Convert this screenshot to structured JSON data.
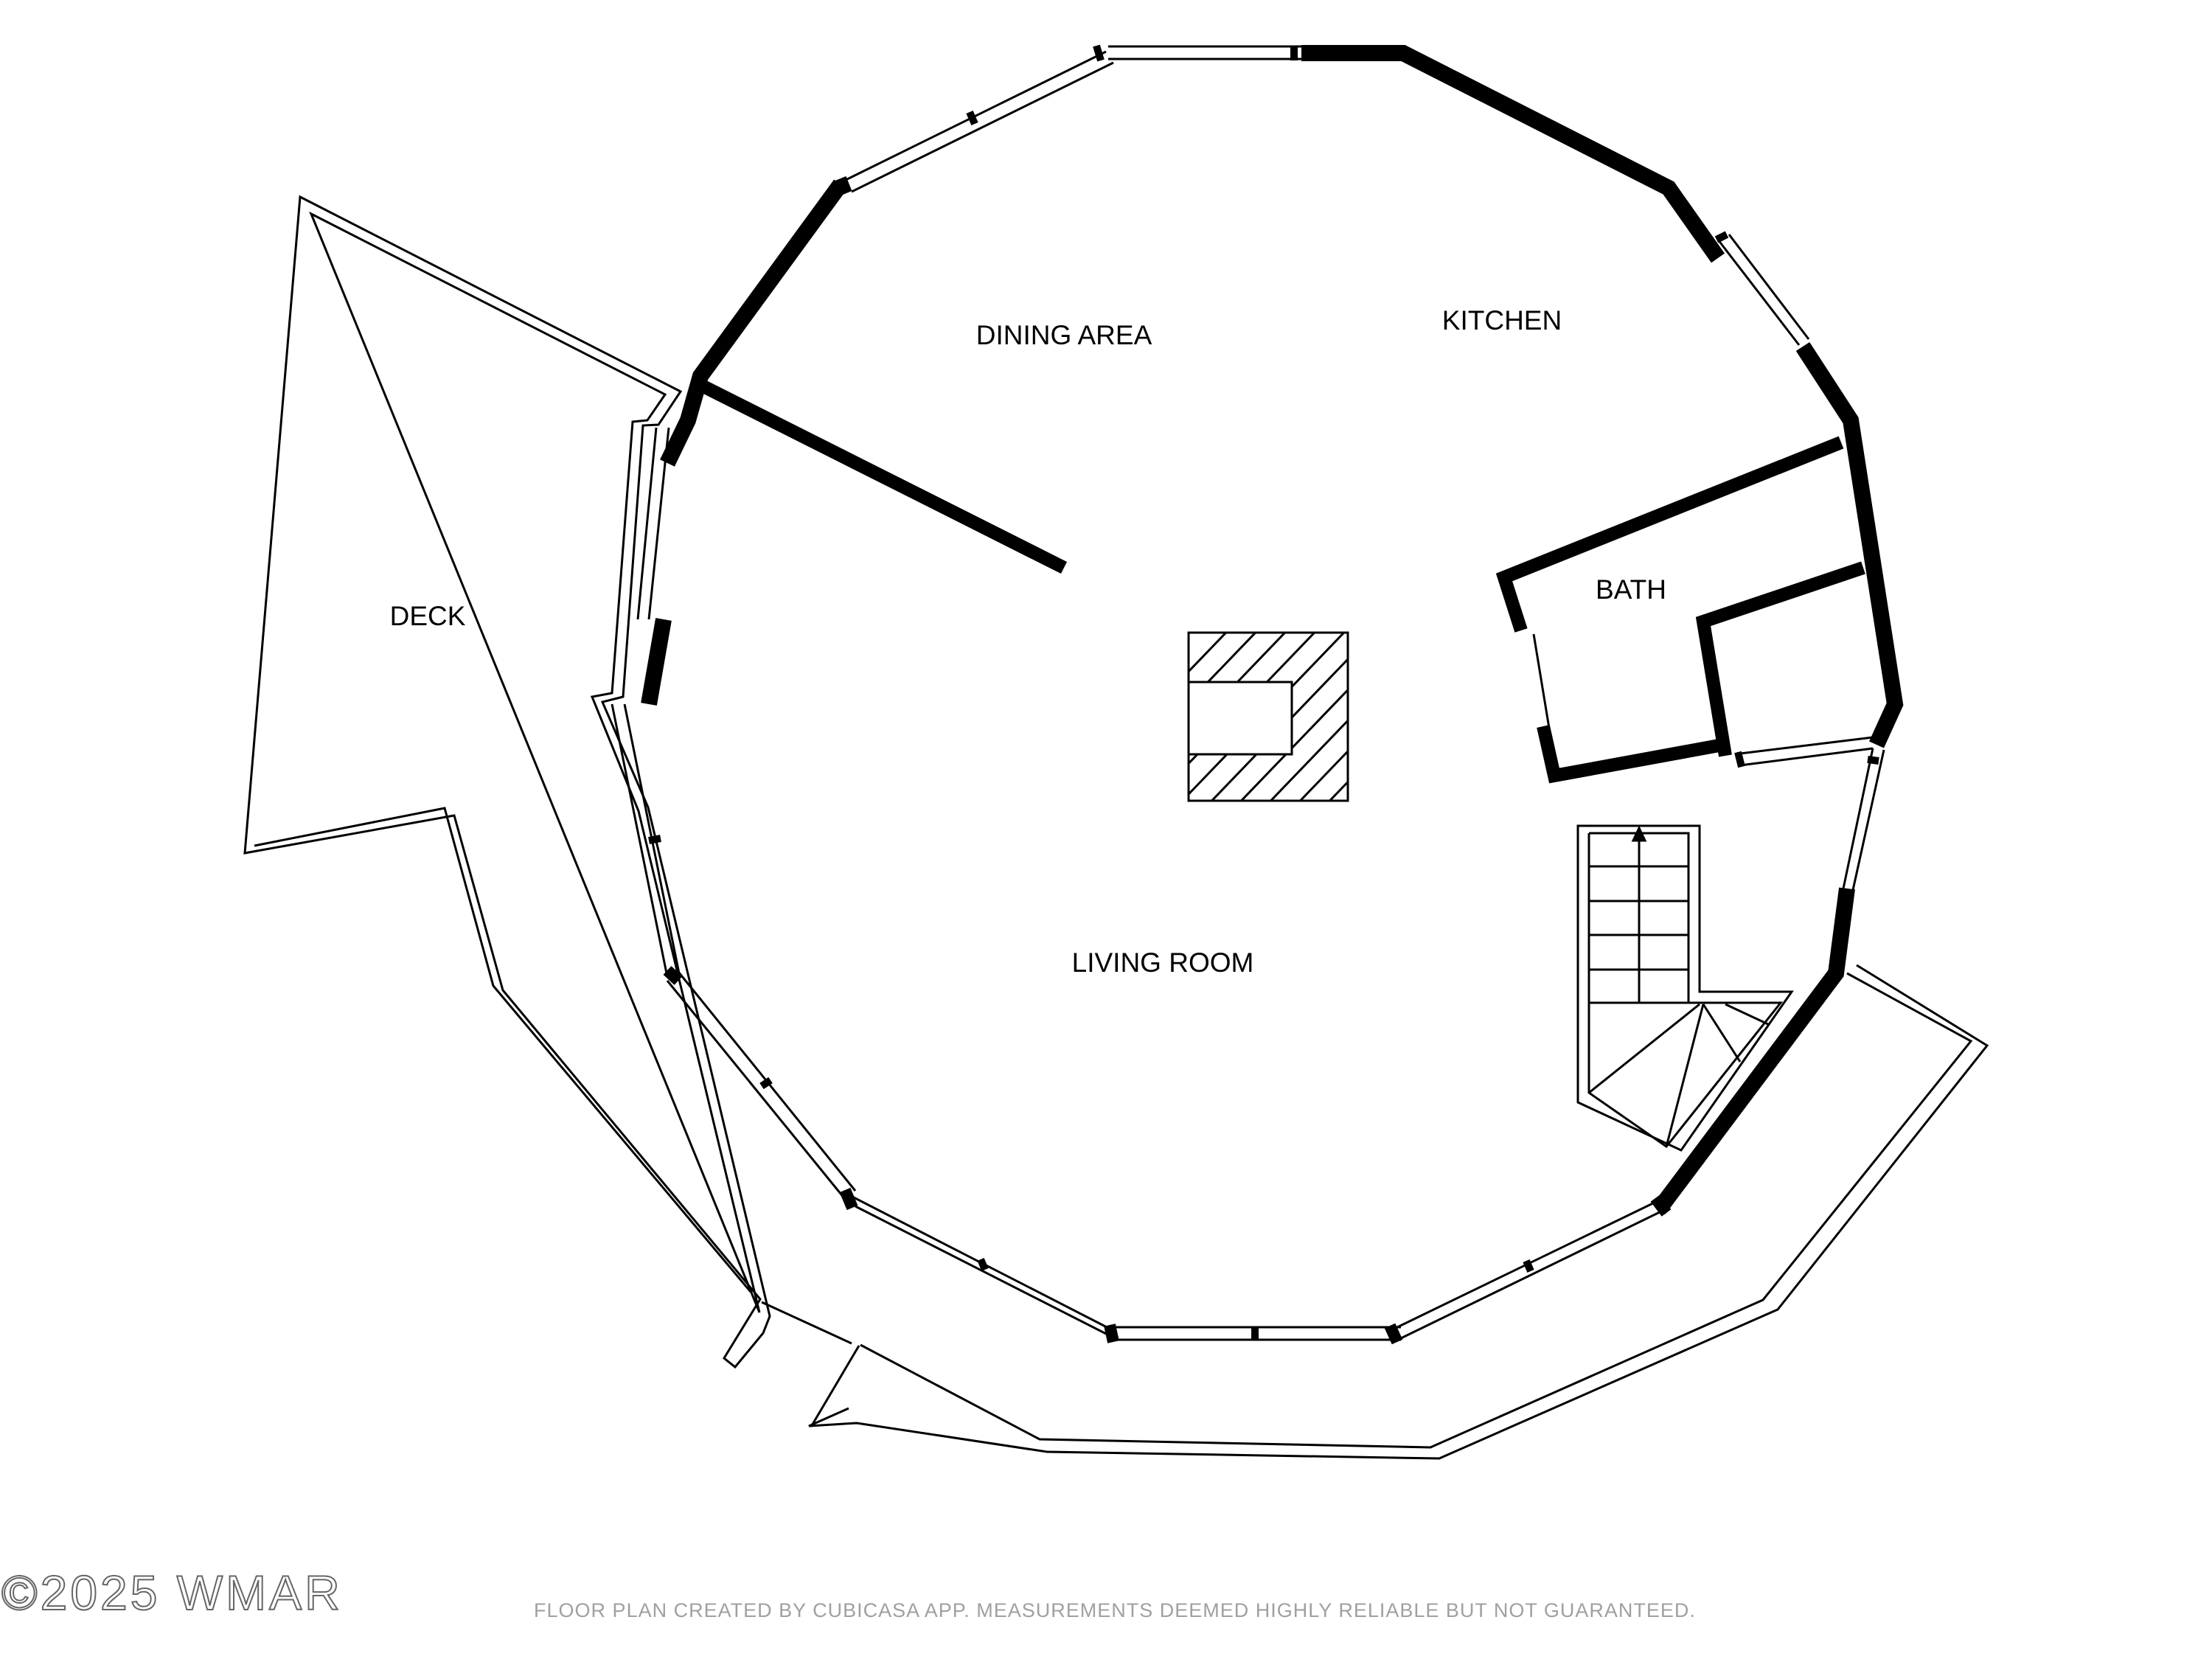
{
  "rooms": {
    "dining_area": "DINING AREA",
    "kitchen": "KITCHEN",
    "deck": "DECK",
    "bath": "BATH",
    "living_room": "LIVING ROOM"
  },
  "footer": {
    "disclaimer": "FLOOR PLAN CREATED BY CUBICASA APP. MEASUREMENTS DEEMED HIGHLY RELIABLE BUT NOT GUARANTEED.",
    "watermark": "©2025 WMAR"
  },
  "colors": {
    "wall": "#000000",
    "outline": "#000000",
    "disclaimer": "#a0a0a0",
    "watermark_outline": "#666666"
  }
}
